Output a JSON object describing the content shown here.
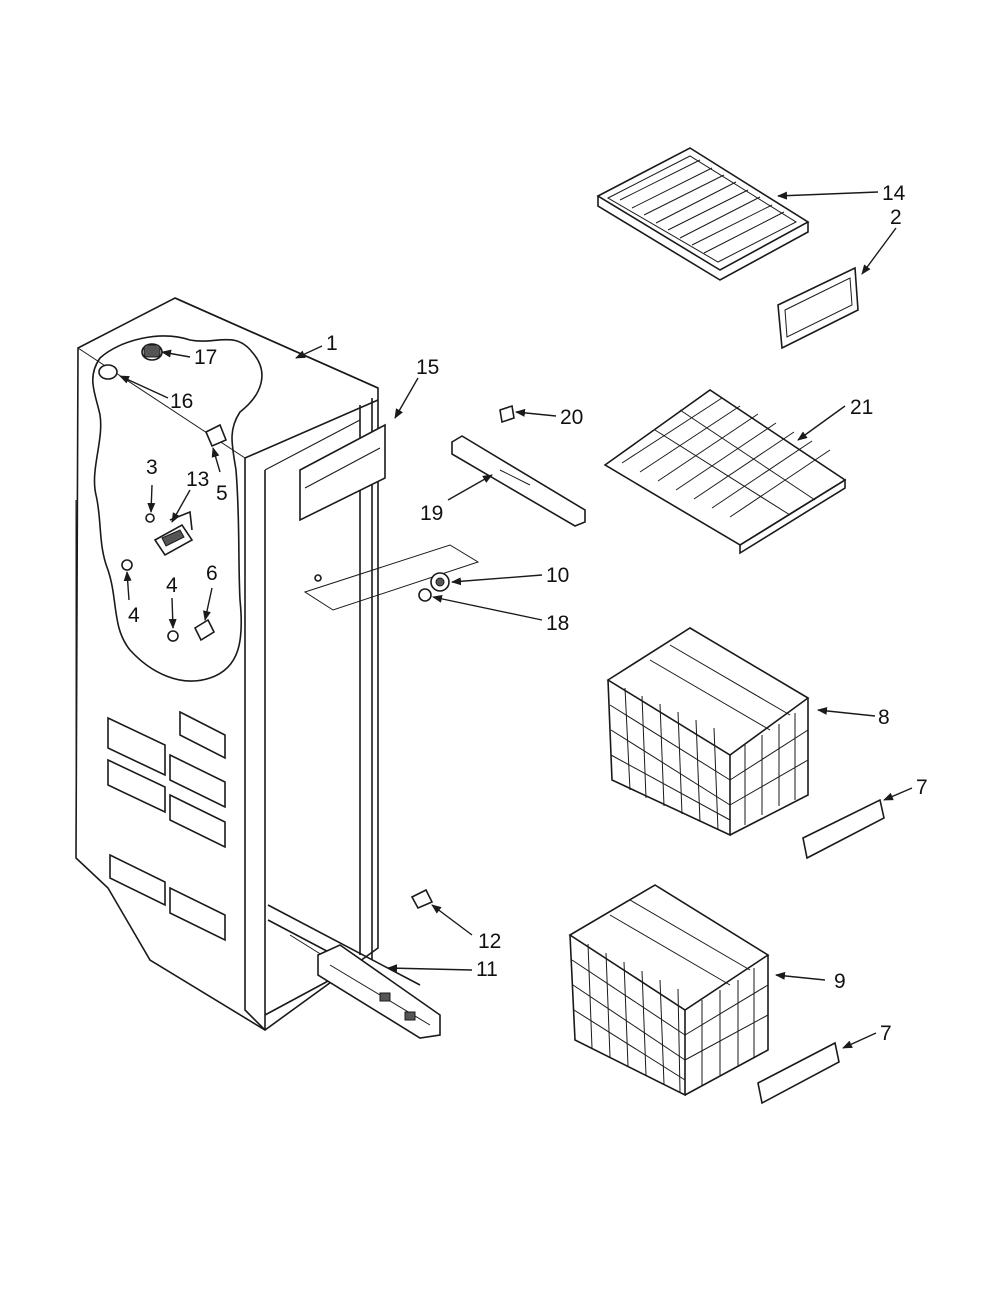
{
  "callouts": {
    "c1": "1",
    "c2": "2",
    "c3": "3",
    "c4a": "4",
    "c4b": "4",
    "c5": "5",
    "c6": "6",
    "c7a": "7",
    "c7b": "7",
    "c8": "8",
    "c9": "9",
    "c10": "10",
    "c11": "11",
    "c12": "12",
    "c13": "13",
    "c14": "14",
    "c15": "15",
    "c16": "16",
    "c17": "17",
    "c18": "18",
    "c19": "19",
    "c20": "20",
    "c21": "21"
  }
}
